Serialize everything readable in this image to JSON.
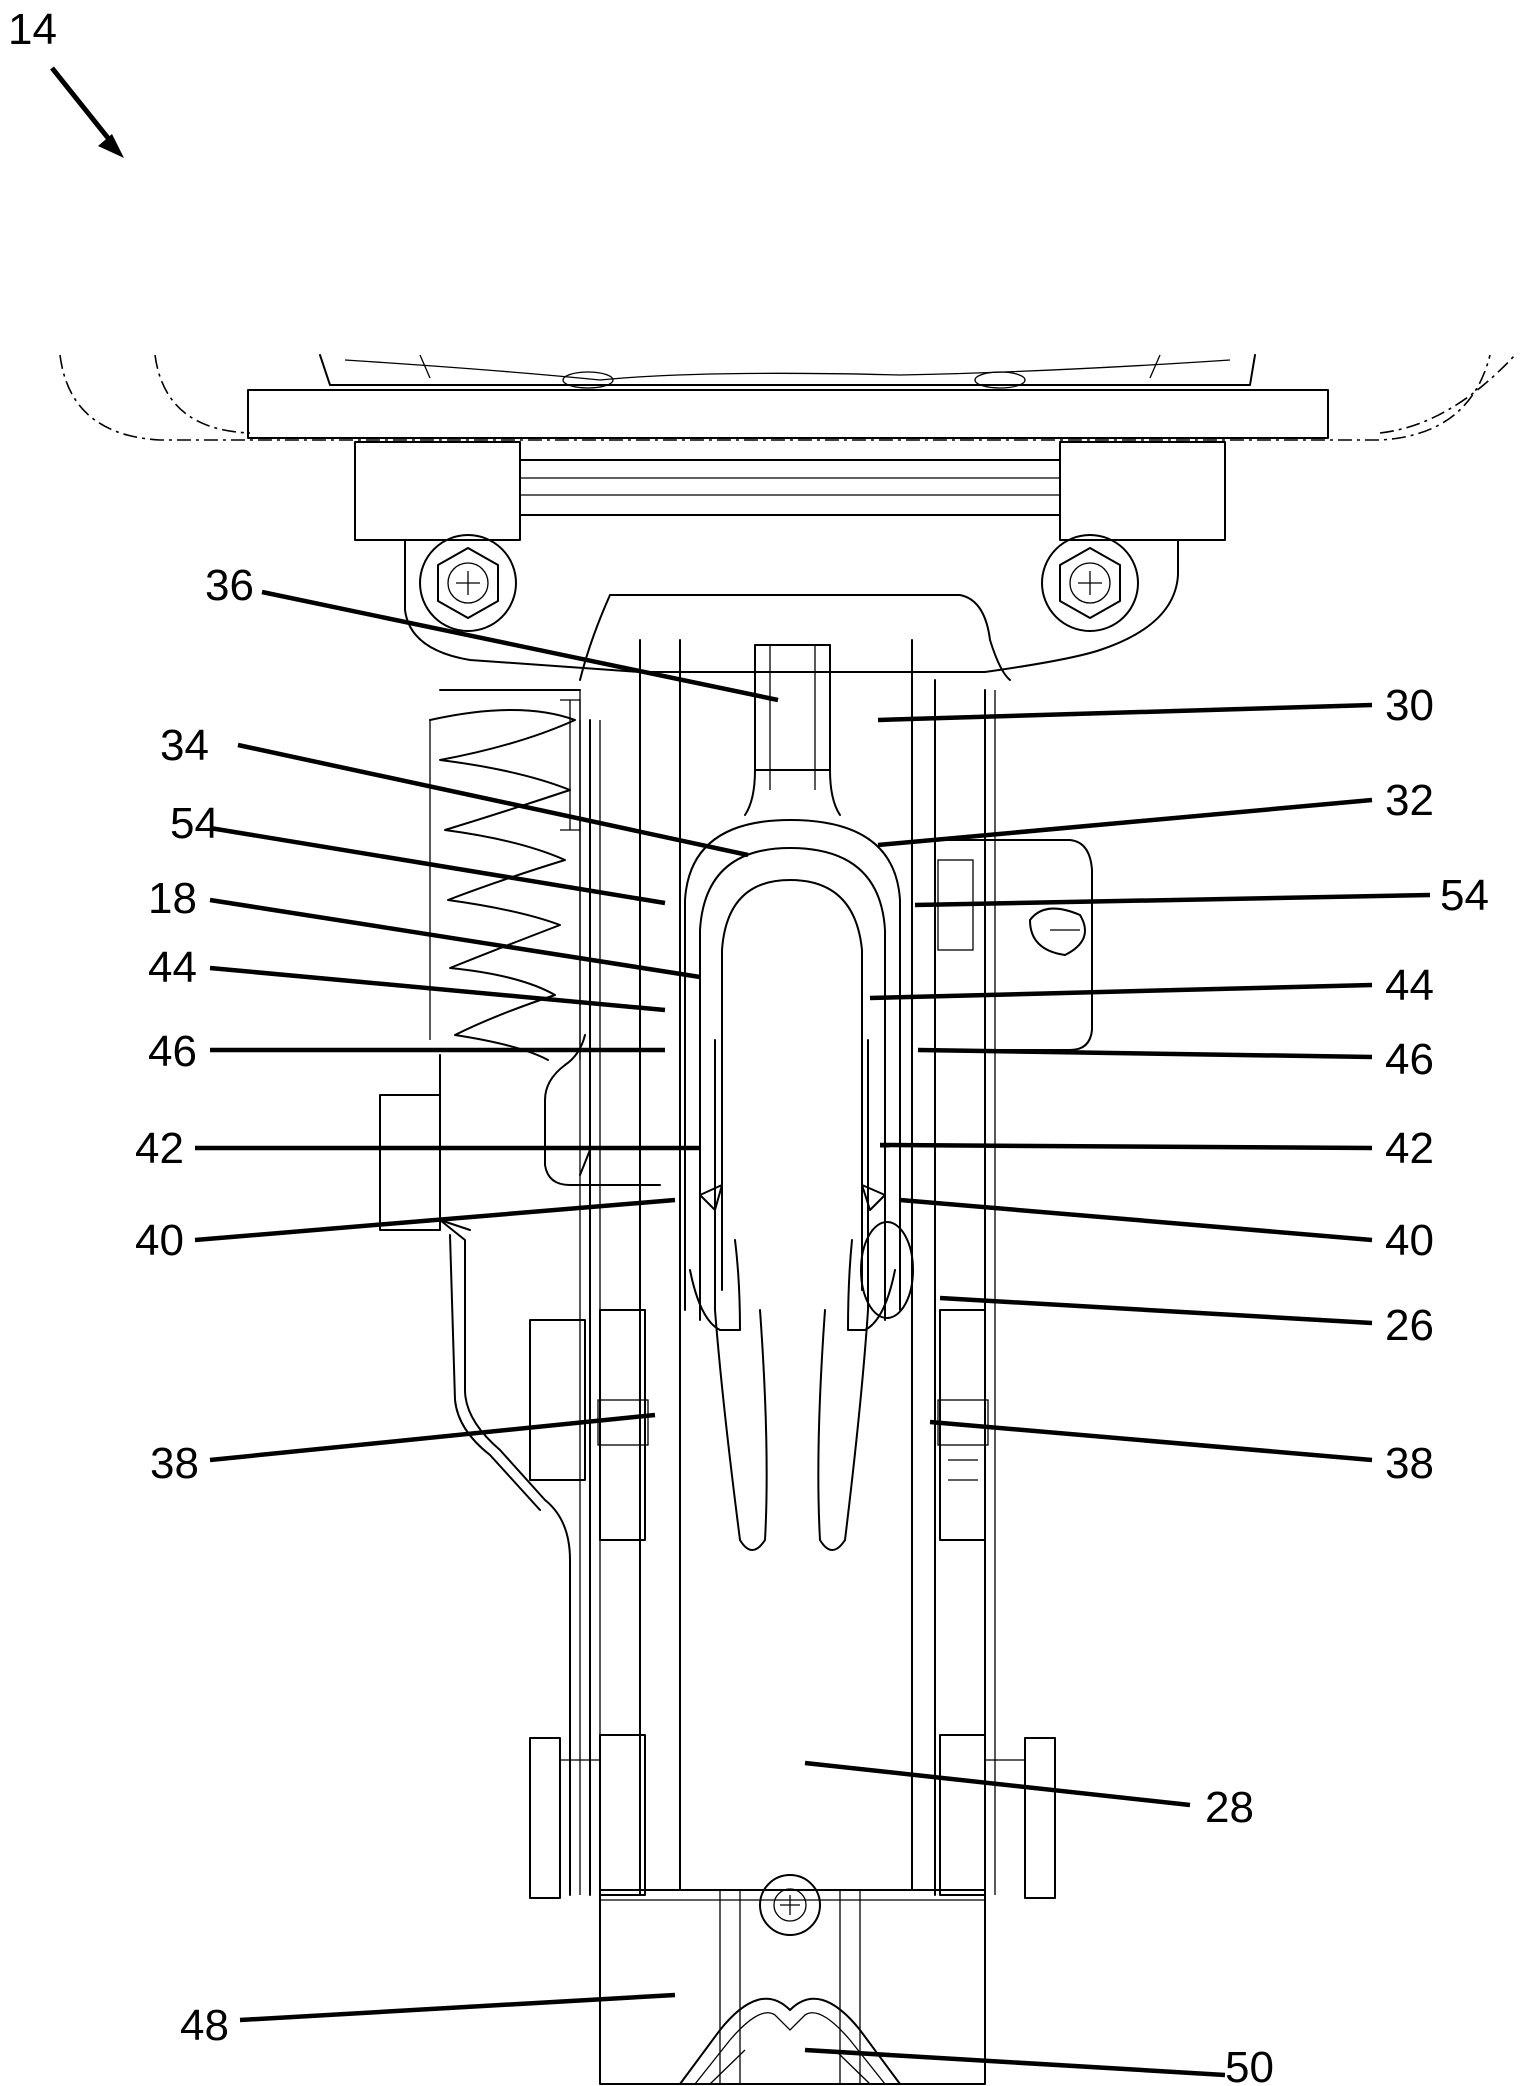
{
  "figure": {
    "number_label": "14",
    "callouts": [
      {
        "id": "c36L",
        "text": "36"
      },
      {
        "id": "c34L",
        "text": "34"
      },
      {
        "id": "c54L",
        "text": "54"
      },
      {
        "id": "c18L",
        "text": "18"
      },
      {
        "id": "c44L",
        "text": "44"
      },
      {
        "id": "c46L",
        "text": "46"
      },
      {
        "id": "c42L",
        "text": "42"
      },
      {
        "id": "c40L",
        "text": "40"
      },
      {
        "id": "c38L",
        "text": "38"
      },
      {
        "id": "c48L",
        "text": "48"
      },
      {
        "id": "c30R",
        "text": "30"
      },
      {
        "id": "c32R",
        "text": "32"
      },
      {
        "id": "c54R",
        "text": "54"
      },
      {
        "id": "c44R",
        "text": "44"
      },
      {
        "id": "c46R",
        "text": "46"
      },
      {
        "id": "c42R",
        "text": "42"
      },
      {
        "id": "c40R",
        "text": "40"
      },
      {
        "id": "c26R",
        "text": "26"
      },
      {
        "id": "c38R",
        "text": "38"
      },
      {
        "id": "c28R",
        "text": "28"
      },
      {
        "id": "c50R",
        "text": "50"
      }
    ]
  }
}
